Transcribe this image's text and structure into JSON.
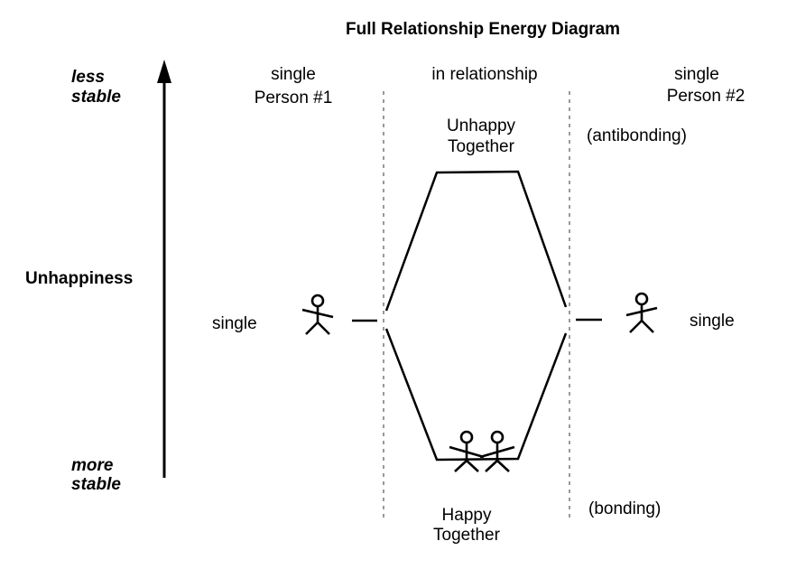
{
  "title": "Full Relationship Energy Diagram",
  "axis": {
    "label": "Unhappiness",
    "top_label_line1": "less",
    "top_label_line2": "stable",
    "bottom_label_line1": "more",
    "bottom_label_line2": "stable"
  },
  "columns": {
    "left_line1": "single",
    "left_line2": "Person #1",
    "middle": "in relationship",
    "right_line1": "single",
    "right_line2": "Person #2"
  },
  "levels": {
    "left_single": "single",
    "right_single": "single",
    "antibonding_line1": "Unhappy",
    "antibonding_line2": "Together",
    "antibonding_tag": "(antibonding)",
    "bonding_line1": "Happy",
    "bonding_line2": "Together",
    "bonding_tag": "(bonding)"
  },
  "icons": {
    "person": "stick-figure-icon",
    "couple": "stick-figure-couple-icon",
    "arrow": "arrow-up-icon"
  },
  "colors": {
    "line": "#000000",
    "divider": "#999999"
  }
}
